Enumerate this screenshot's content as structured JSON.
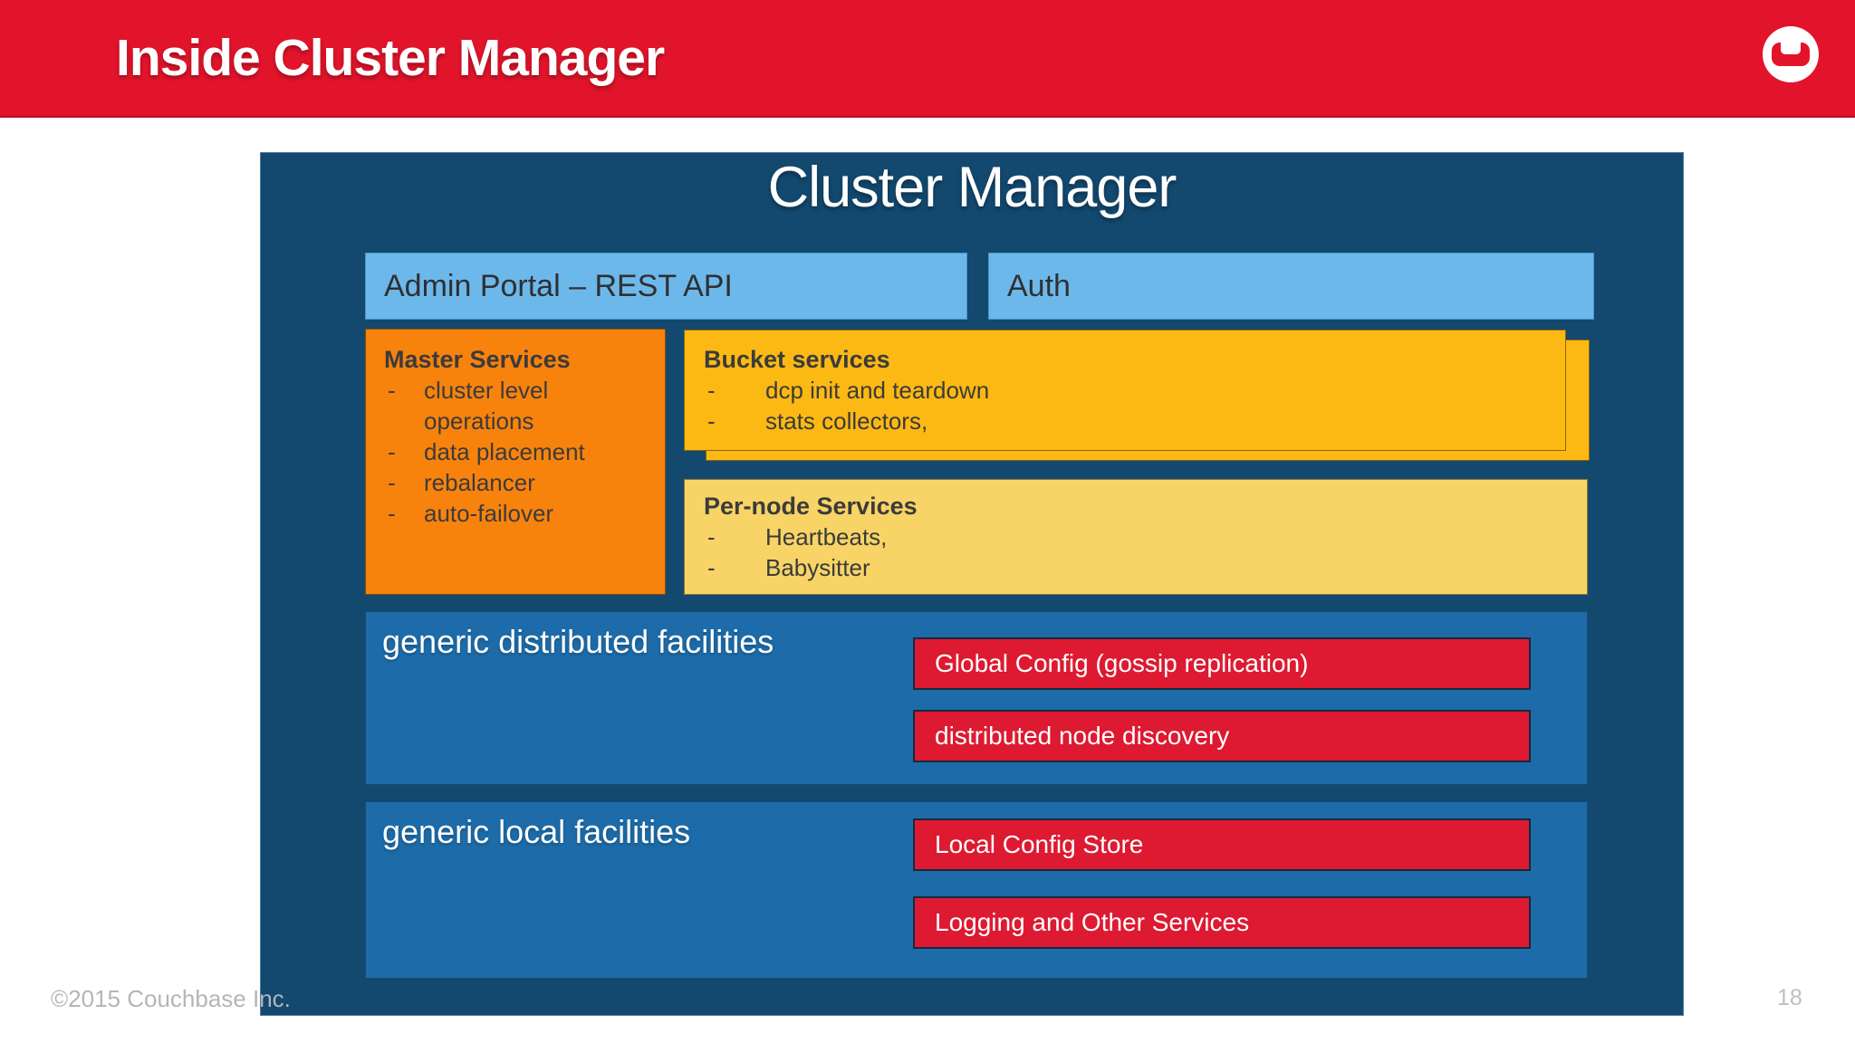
{
  "slide": {
    "header": {
      "title": "Inside Cluster Manager"
    },
    "diagram": {
      "title": "Cluster Manager",
      "admin_portal": {
        "label": "Admin Portal – REST API"
      },
      "auth": {
        "label": "Auth"
      },
      "master_services": {
        "title": "Master Services",
        "items": [
          "cluster level operations",
          "data placement",
          "rebalancer",
          "auto-failover"
        ]
      },
      "bucket_services": {
        "title": "Bucket services",
        "items": [
          "dcp init and teardown",
          "stats collectors,"
        ]
      },
      "per_node_services": {
        "title": "Per-node Services",
        "items": [
          "Heartbeats,",
          "Babysitter"
        ]
      },
      "distributed_facilities": {
        "label": "generic distributed facilities",
        "items": [
          "Global Config (gossip replication)",
          "distributed node discovery"
        ]
      },
      "local_facilities": {
        "label": "generic local facilities",
        "items": [
          "Local Config Store",
          "Logging and Other Services"
        ]
      }
    },
    "footer": {
      "copyright": "©2015 Couchbase Inc.",
      "page_number": "18"
    },
    "colors": {
      "header_red": "#E2142B",
      "panel_navy": "#13496F",
      "section_blue": "#1D6CA9",
      "light_blue": "#6DB8EA",
      "orange": "#F8830C",
      "gold": "#FDB913",
      "light_gold": "#F8D466",
      "item_red": "#DD1A31",
      "text_dark": "#3B3B3B",
      "footer_gray": "#B3B6B9"
    }
  }
}
